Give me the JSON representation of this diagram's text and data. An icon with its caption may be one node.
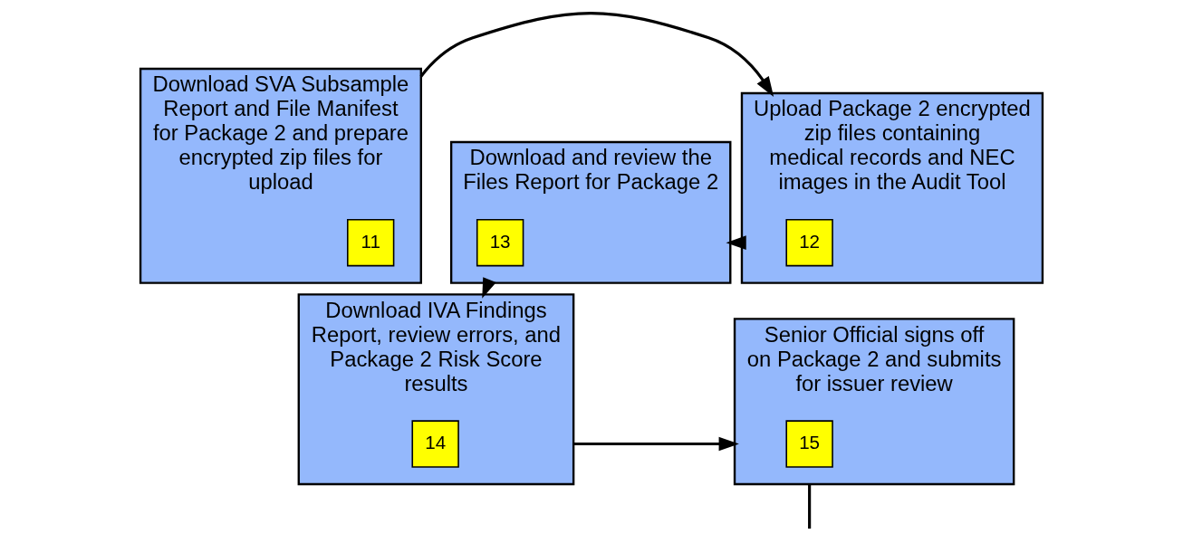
{
  "diagram": {
    "nodes": [
      {
        "text": [
          "Download SVA Subsample Report and File Manifest for Package 2 and prepare encrypted zip files for upload"
        ]
      },
      {
        "text": [
          "11"
        ],
        "in": 0
      },
      {
        "text": [
          "Upload Package 2 encrypted zip files containing medical records and NEC images in the Audit Tool"
        ]
      },
      {
        "text": [
          "12"
        ],
        "in": 2
      },
      {
        "text": [
          "Download and review the Files Report for Package 2"
        ]
      },
      {
        "text": [
          "13"
        ],
        "in": 4
      },
      {
        "text": [
          "Download IVA Findings Report, review errors, and Package 2 Risk Score results"
        ]
      },
      {
        "text": [
          "14"
        ],
        "in": 6
      },
      {
        "text": [
          "Senior Official signs off on Package 2 and submits for issuer review"
        ]
      },
      {
        "text": [
          "15"
        ],
        "in": 8
      }
    ],
    "edges": [
      {
        "from": 0,
        "to": 2,
        "arrow": "to"
      },
      {
        "from": 2,
        "to": 4,
        "arrow": "to"
      },
      {
        "from": 4,
        "to": 6,
        "arrow": "to"
      },
      {
        "from": 6,
        "to": 8,
        "arrow": "to"
      },
      {
        "from": 8,
        "to": null,
        "arrow": "none"
      }
    ]
  }
}
